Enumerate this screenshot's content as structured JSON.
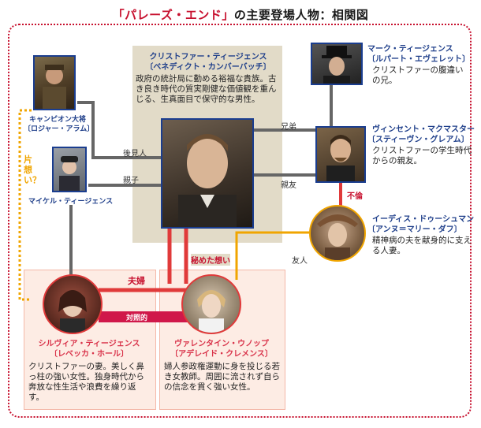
{
  "title": {
    "prefix": "「パレーズ・エンド」",
    "suffix": "の主要登場人物：相関図"
  },
  "characters": {
    "christopher": {
      "name": "クリストファー・ティージェンス",
      "actor": "〔ベネディクト・カンバーバッチ〕",
      "description": "政府の統計局に勤める裕福な貴族。古き良き時代の質実剛健な価値観を重んじる、生真面目で保守的な男性。"
    },
    "mark": {
      "name": "マーク・ティージェンス",
      "actor": "〔ルパート・エヴェレット〕",
      "description": "クリストファーの腹違いの兄。"
    },
    "vincent": {
      "name": "ヴィンセント・マクマスター",
      "actor": "〔スティーヴン・グレアム〕",
      "description": "クリストファーの学生時代からの親友。"
    },
    "edith": {
      "name": "イーディス・ドゥーシュマン",
      "actor": "〔アンヌ＝マリー・ダフ〕",
      "description": "精神病の夫を献身的に支える人妻。"
    },
    "campion": {
      "name": "キャンピオン大将",
      "actor": "〔ロジャー・アラム〕"
    },
    "michael": {
      "name": "マイケル・ティージェンス"
    },
    "sylvia": {
      "name": "シルヴィア・ティージェンス",
      "actor": "〔レベッカ・ホール〕",
      "description": "クリストファーの妻。美しく鼻っ柱の強い女性。独身時代から奔放な性生活や浪費を繰り返す。"
    },
    "valentine": {
      "name": "ヴァレンタイン・ウノップ",
      "actor": "〔アデレイド・クレメンス〕",
      "description": "婦人参政権運動に身を投じる若き女教師。周囲に流されず自らの信念を貫く強い女性。"
    }
  },
  "relations": {
    "brother": "兄弟",
    "best_friend": "親友",
    "guardian": "後見人",
    "parent_child": "親子",
    "affair": "不倫",
    "friend": "友人",
    "secret_love": "秘めた想い",
    "couple": "夫婦",
    "contrast": "対照的",
    "one_sided": "片想い？"
  },
  "colors": {
    "accent_red": "#c7102e",
    "name_blue": "#1f3f8a",
    "name_pink": "#d9334a",
    "line_gray": "#666666",
    "line_orange": "#f0a500"
  }
}
